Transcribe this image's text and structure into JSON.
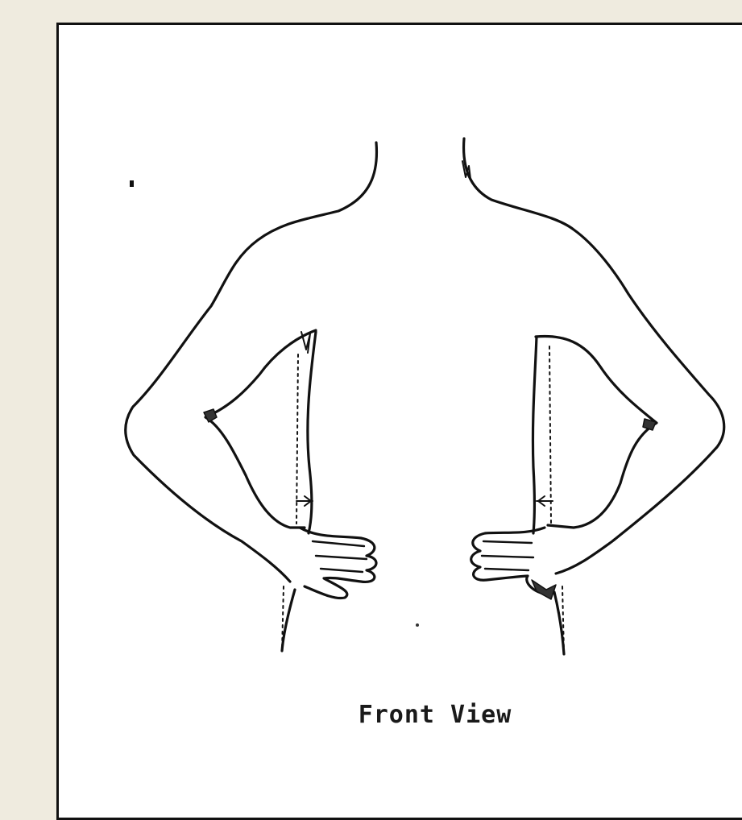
{
  "caption": "Front View",
  "colors": {
    "background": "#efebdf",
    "panel": "#ffffff",
    "line": "#111111"
  },
  "figure": {
    "subject": "torso-front-hands-on-hips",
    "side_lines": "dotted"
  }
}
